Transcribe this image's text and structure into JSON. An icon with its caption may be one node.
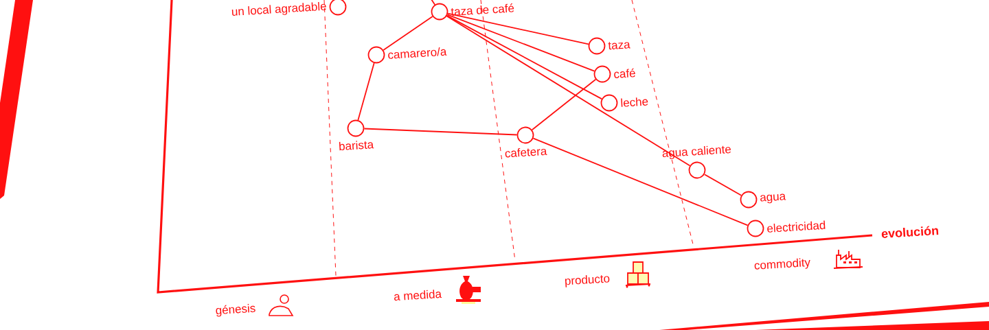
{
  "diagram": {
    "nodes": [
      {
        "text": [
          "un local agradable"
        ]
      },
      {
        "text": [
          "taza de café"
        ]
      },
      {
        "text": [
          "camarero/a"
        ]
      },
      {
        "text": [
          "barista"
        ]
      },
      {
        "text": [
          "taza"
        ]
      },
      {
        "text": [
          "café"
        ]
      },
      {
        "text": [
          "leche"
        ]
      },
      {
        "text": [
          "cafetera"
        ]
      },
      {
        "text": [
          "agua caliente"
        ]
      },
      {
        "text": [
          "agua"
        ]
      },
      {
        "text": [
          "electricidad"
        ]
      }
    ],
    "edges": [
      {
        "from": null,
        "to": 1,
        "arrow": "none"
      },
      {
        "from": 1,
        "to": 2,
        "arrow": "none"
      },
      {
        "from": 2,
        "to": 3,
        "arrow": "none"
      },
      {
        "from": 3,
        "to": 7,
        "arrow": "none"
      },
      {
        "from": 1,
        "to": 4,
        "arrow": "none"
      },
      {
        "from": 1,
        "to": 5,
        "arrow": "none"
      },
      {
        "from": 1,
        "to": 6,
        "arrow": "none"
      },
      {
        "from": 1,
        "to": 8,
        "arrow": "none"
      },
      {
        "from": 7,
        "to": 5,
        "arrow": "none"
      },
      {
        "from": 7,
        "to": 10,
        "arrow": "none"
      },
      {
        "from": 8,
        "to": 9,
        "arrow": "none"
      }
    ],
    "labels": [
      "evolución",
      "génesis",
      "a medida",
      "producto",
      "commodity"
    ]
  }
}
